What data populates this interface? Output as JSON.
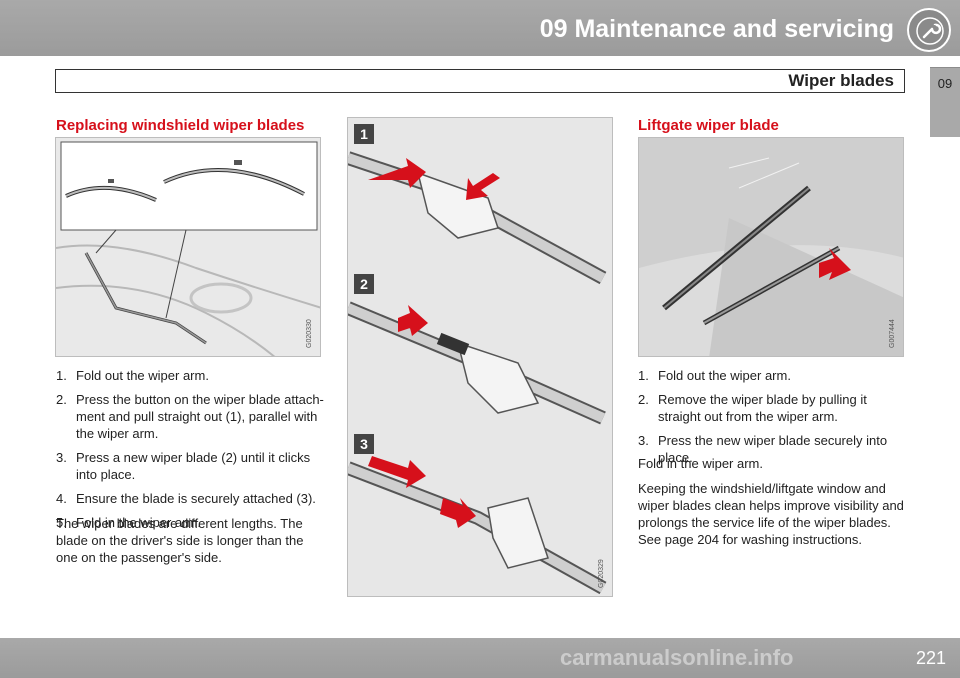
{
  "header": {
    "chapter_title": "09 Maintenance and servicing",
    "section_title": "Wiper blades",
    "side_tab": "09"
  },
  "left": {
    "heading": "Replacing windshield wiper blades",
    "figure_code": "G020330",
    "steps": [
      {
        "num": "1.",
        "text": "Fold out the wiper arm."
      },
      {
        "num": "2.",
        "text": "Press the button on the wiper blade attach-ment and pull straight out (1), parallel with the wiper arm."
      },
      {
        "num": "3.",
        "text": "Press a new wiper blade (2) until it clicks into place."
      },
      {
        "num": "4.",
        "text": "Ensure the blade is securely attached (3)."
      },
      {
        "num": "5.",
        "text": "Fold in the wiper arm."
      }
    ],
    "paragraph": "The wiper blades are different lengths. The blade on the driver's side is longer than the one on the passenger's side."
  },
  "middle": {
    "figure_code": "G020329",
    "markers": [
      "1",
      "2",
      "3"
    ]
  },
  "right": {
    "heading": "Liftgate wiper blade",
    "figure_code": "G007444",
    "steps": [
      {
        "num": "1.",
        "text": "Fold out the wiper arm."
      },
      {
        "num": "2.",
        "text": "Remove the wiper blade by pulling it straight out from the wiper arm."
      },
      {
        "num": "3.",
        "text": "Press the new wiper blade securely into place."
      }
    ],
    "paragraph_1": "Fold in the wiper arm.",
    "paragraph_2": "Keeping the windshield/liftgate window and wiper blades clean helps improve visibility and prolongs the service life of the wiper blades. See page 204 for washing instructions."
  },
  "footer": {
    "page_number": "221",
    "watermark": "carmanualsonline.info"
  },
  "colors": {
    "heading_red": "#d6101b",
    "arrow_red": "#d6101b",
    "bar_gray": "#a9a9a9"
  },
  "icons": {
    "chapter_icon": "wrench-icon"
  }
}
